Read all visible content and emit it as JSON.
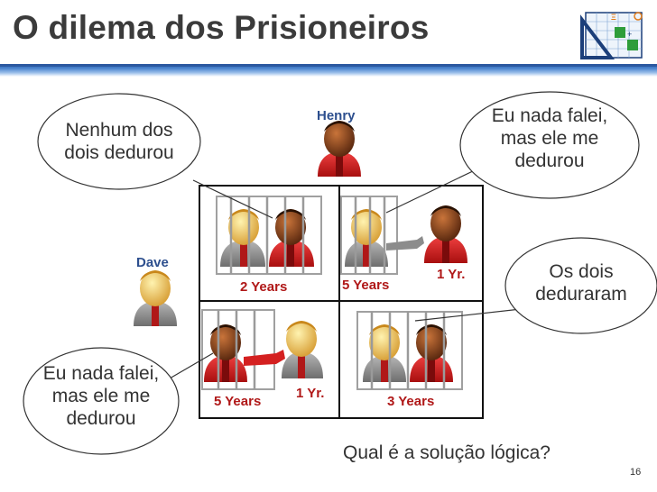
{
  "slide": {
    "title": "O dilema dos Prisioneiros",
    "page_number": "16",
    "question": "Qual é a solução lógica?"
  },
  "players": {
    "top": "Henry",
    "left": "Dave"
  },
  "bubbles": {
    "top_left": [
      "Nenhum dos",
      "dois dedurou"
    ],
    "top_right": [
      "Eu nada falei,",
      "mas ele me",
      "dedurou"
    ],
    "right": [
      "Os dois",
      "deduraram"
    ],
    "bottom_left": [
      "Eu nada falei,",
      "mas ele me",
      "dedurou"
    ]
  },
  "matrix": {
    "top_left": {
      "label": "2 Years"
    },
    "top_right": {
      "left_label": "5 Years",
      "right_label": "1 Yr."
    },
    "bottom_left": {
      "left_label": "5 Years",
      "right_label": "1 Yr."
    },
    "bottom_right": {
      "label": "3 Years"
    }
  },
  "colors": {
    "title_bar": "#2b58a0",
    "henry_shirt": "#d42020",
    "dave_shirt": "#8c8c8c",
    "label_red": "#b01818",
    "name_blue": "#2d4f8e"
  },
  "icons": [
    "geometry-logo-icon",
    "prisoner-henry-icon",
    "prisoner-dave-icon",
    "jail-bars-icon"
  ]
}
